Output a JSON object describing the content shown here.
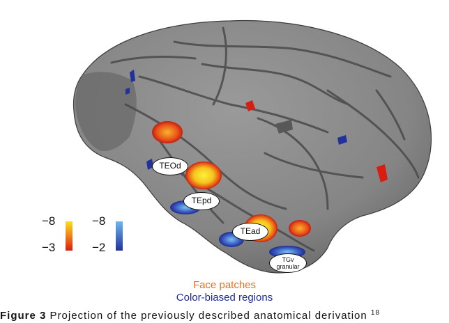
{
  "labels": {
    "teod": "TEOd",
    "tepd": "TEpd",
    "tead": "TEad",
    "tgv_line1": "TGv",
    "tgv_line2": "granular"
  },
  "scales": {
    "warm": {
      "top": "−8",
      "bottom": "−3"
    },
    "cool": {
      "top": "−8",
      "bottom": "−2"
    }
  },
  "legend": {
    "face": "Face patches",
    "color": "Color-biased regions"
  },
  "caption": {
    "lead": "Figure 3",
    "text": " Projection of the previously described anatomical derivation ",
    "superscript": "18"
  },
  "colors": {
    "brain": "#8a8a8a",
    "face_label": "#e8711d",
    "color_label": "#1e2a9c",
    "warm_top": "#f5e21f",
    "warm_bottom": "#d81e12",
    "cool_top": "#6fb7ee",
    "cool_bottom": "#23319a"
  }
}
